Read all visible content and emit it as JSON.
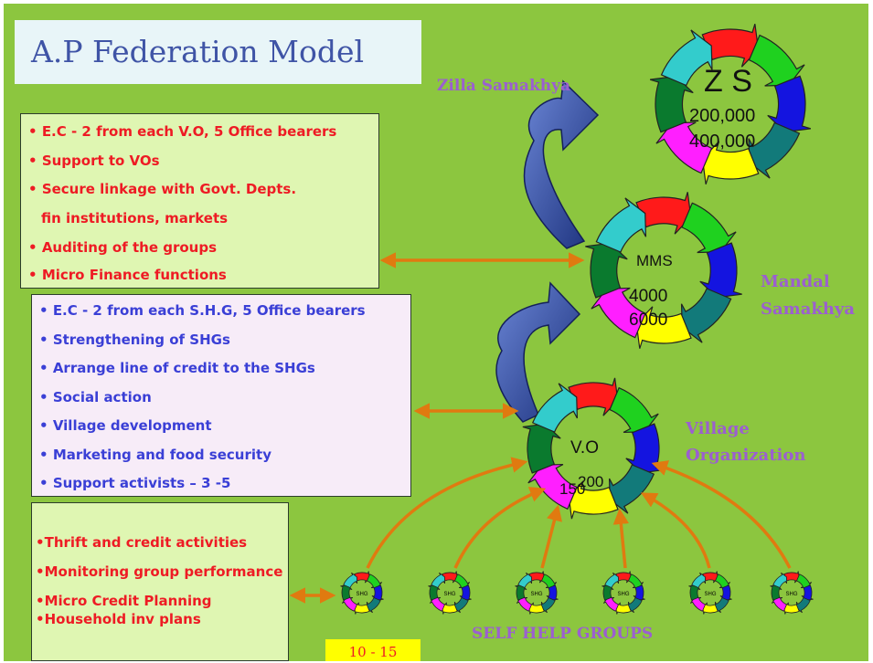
{
  "title": "A.P Federation Model",
  "levels": {
    "zilla": {
      "label": "Zilla Samakhya",
      "ring_abbr": "Z S",
      "count_1": "200,000",
      "count_2": "400,000"
    },
    "mandal": {
      "label_line1": "Mandal",
      "label_line2": "Samakhya",
      "ring_abbr": "MMS",
      "count_1": "4000",
      "count_2": "6000"
    },
    "village": {
      "label_line1": "Village",
      "label_line2": "Organization",
      "ring_abbr": "V.O",
      "count_1": "200",
      "count_2": "150"
    },
    "shg": {
      "label": "SELF HELP GROUPS",
      "ring_abbr": "SHG",
      "group_count": 6
    }
  },
  "zs_functions": [
    "E.C - 2 from each V.O, 5 Office bearers",
    "Support to  VOs",
    "Secure linkage with Govt. Depts.",
    "fin institutions, markets",
    "Auditing of the groups",
    "Micro Finance functions"
  ],
  "vo_functions": [
    "E.C - 2 from each S.H.G, 5 Office  bearers",
    "Strengthening of SHGs",
    "Arrange line of credit to the SHGs",
    "Social action",
    "Village development",
    "Marketing and food security",
    "Support activists – 3 -5"
  ],
  "shg_functions": [
    "Thrift and credit activities",
    "Monitoring group performance",
    "Micro Credit Planning",
    "Household inv plans"
  ],
  "shg_members": "10 - 15",
  "colors": {
    "background": "#8cc63f",
    "ring_segments": [
      "#ff1a1a",
      "#1fd11f",
      "#1414e0",
      "#127a7a",
      "#ffff00",
      "#ff1fff",
      "#0a7a2e",
      "#33cccc"
    ],
    "connector_arrow": "#e07a10",
    "curved_arrow": "#3a4fa0"
  }
}
